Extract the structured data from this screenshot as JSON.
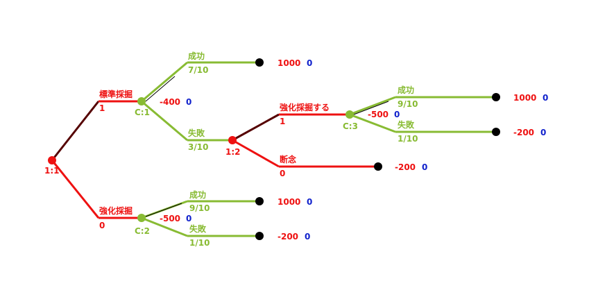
{
  "colors": {
    "red": "#ee1111",
    "green": "#88bb33",
    "dark": "#550000",
    "black": "#000000",
    "blue": "#1122cc"
  },
  "nodes": {
    "root": {
      "label": "1:1",
      "type": "decision"
    },
    "c1": {
      "label": "C:1",
      "type": "chance",
      "cost": "-400",
      "value": "0"
    },
    "d2": {
      "label": "1:2",
      "type": "decision"
    },
    "c3": {
      "label": "C:3",
      "type": "chance",
      "cost": "-500",
      "value": "0"
    },
    "c2": {
      "label": "C:2",
      "type": "chance",
      "cost": "-500",
      "value": "0"
    }
  },
  "branches": {
    "root_standard": {
      "name": "標準採掘",
      "value": "1"
    },
    "root_enhanced": {
      "name": "強化採掘",
      "value": "0"
    },
    "c1_success": {
      "name": "成功",
      "prob": "7/10"
    },
    "c1_failure": {
      "name": "失敗",
      "prob": "3/10"
    },
    "d2_enhance": {
      "name": "強化採掘する",
      "value": "1"
    },
    "d2_abandon": {
      "name": "断念",
      "value": "0"
    },
    "c3_success": {
      "name": "成功",
      "prob": "9/10"
    },
    "c3_failure": {
      "name": "失敗",
      "prob": "1/10"
    },
    "c2_success": {
      "name": "成功",
      "prob": "9/10"
    },
    "c2_failure": {
      "name": "失敗",
      "prob": "1/10"
    }
  },
  "terminals": {
    "t1": {
      "payoff": "1000",
      "value": "0"
    },
    "t2": {
      "payoff": "1000",
      "value": "0"
    },
    "t3": {
      "payoff": "-200",
      "value": "0"
    },
    "t4": {
      "payoff": "-200",
      "value": "0"
    },
    "t5": {
      "payoff": "1000",
      "value": "0"
    },
    "t6": {
      "payoff": "-200",
      "value": "0"
    }
  }
}
